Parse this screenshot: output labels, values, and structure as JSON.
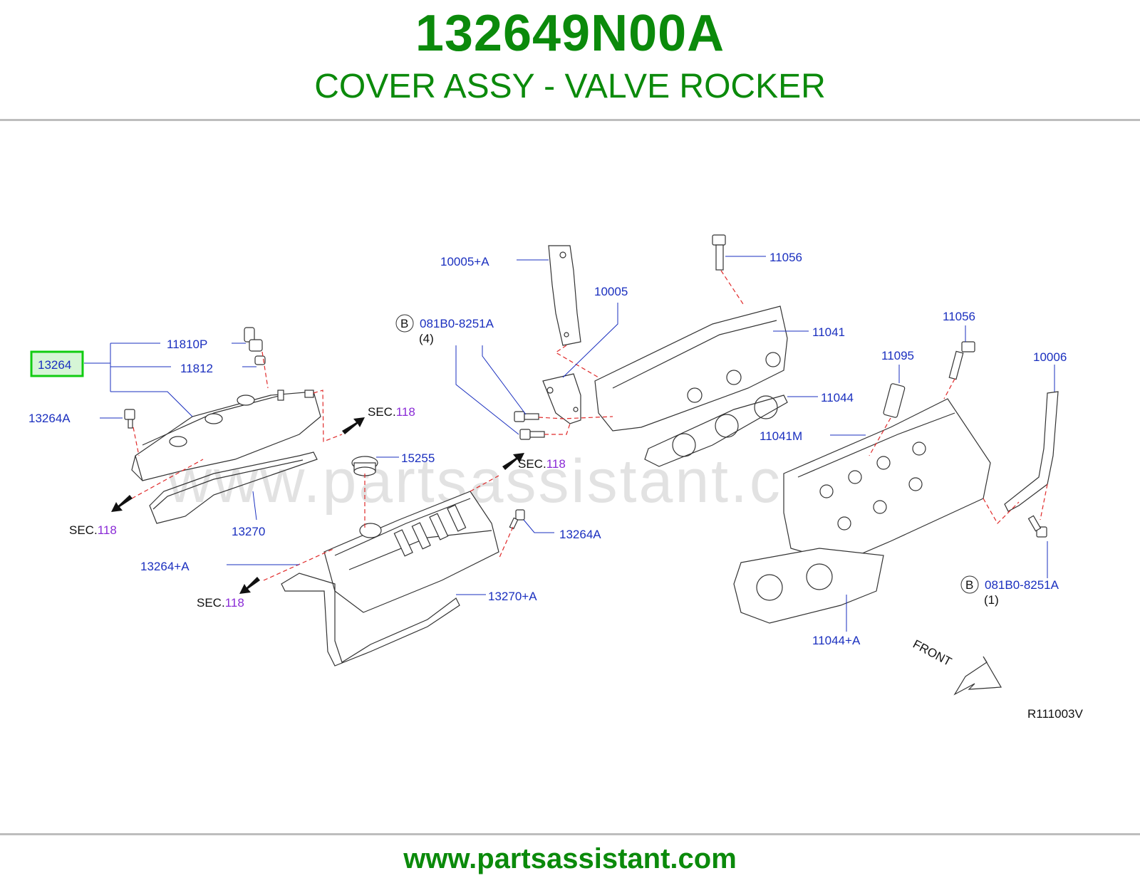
{
  "header": {
    "part_number": "132649N00A",
    "title": "COVER ASSY - VALVE ROCKER"
  },
  "footer": {
    "url": "www.partsassistant.com"
  },
  "watermark": "www.partsassistant.com",
  "diagram_code": "R111003V",
  "front_label": "FRONT",
  "highlight_color": "#11cc11",
  "brand_color": "#0b8a0b",
  "callouts": {
    "c13264": "13264",
    "c11810P": "11810P",
    "c11812": "11812",
    "c13264A_left": "13264A",
    "c13270": "13270",
    "c15255": "15255",
    "c13264A_mid": "13264A",
    "c13264plusA": "13264+A",
    "c13270plusA": "13270+A",
    "c10005plusA": "10005+A",
    "c10005": "10005",
    "c081B0_top": "081B0-8251A",
    "c081B0_top_qty": "(4)",
    "c11056_top": "11056",
    "c11041": "11041",
    "c11044": "11044",
    "c11041M": "11041M",
    "c11056_right": "11056",
    "c11095": "11095",
    "c10006": "10006",
    "c081B0_right": "081B0-8251A",
    "c081B0_right_qty": "(1)",
    "c11044plusA": "11044+A",
    "bolt_marker": "B"
  },
  "sections": {
    "sec_prefix": "SEC.",
    "sec_number": "118"
  }
}
